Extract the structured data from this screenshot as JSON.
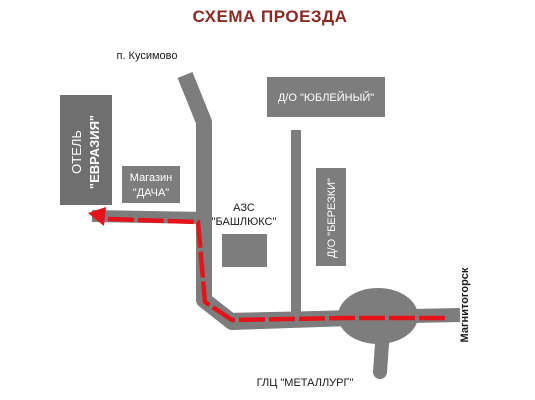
{
  "title": "СХЕМА ПРОЕЗДА",
  "labels": {
    "kusimovo": "п. Кусимово",
    "hotel_line1": "ОТЕЛЬ",
    "hotel_line2": "\"ЕВРАЗИЯ\"",
    "shop_line1": "Магазин",
    "shop_line2": "\"ДАЧА\"",
    "azs_line1": "АЗС",
    "azs_line2": "\"БАШЛЮКС\"",
    "jubilee": "Д/О \"ЮБЛЕЙНЫЙ\"",
    "berezki": "Д/О \"БЕРЕЗКИ\"",
    "magnitogorsk": "Магнитогорск",
    "glc": "ГЛЦ \"МЕТАЛЛУРГ\""
  },
  "colors": {
    "title": "#8c2a22",
    "road": "#7d7d7d",
    "building": "#7d7d7d",
    "hotel": "#6f6f6f",
    "route": "#e5141b"
  }
}
